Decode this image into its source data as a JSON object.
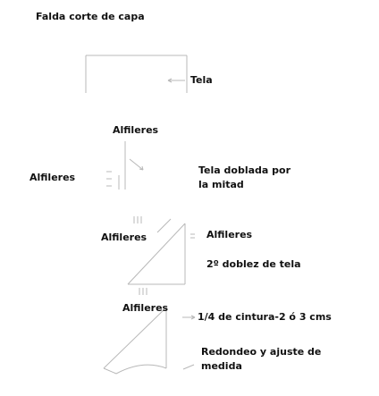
{
  "title": "Falda corte de capa",
  "labels": {
    "tela": "Tela",
    "alfileres_1": "Alfileres",
    "alfileres_2": "Alfileres",
    "tela_doblada_1": "Tela doblada por",
    "tela_doblada_2": "la mitad",
    "alfileres_3": "Alfileres",
    "alfileres_4": "Alfileres",
    "segundo_doblez": "2º doblez de tela",
    "alfileres_5": "Alfileres",
    "cuarto_cintura": "1/4 de cintura-2 ó 3 cms",
    "redondeo_1": "Redondeo y ajuste de",
    "redondeo_2": "medida"
  },
  "colors": {
    "line": "#b8b8b8",
    "text": "#111111"
  }
}
